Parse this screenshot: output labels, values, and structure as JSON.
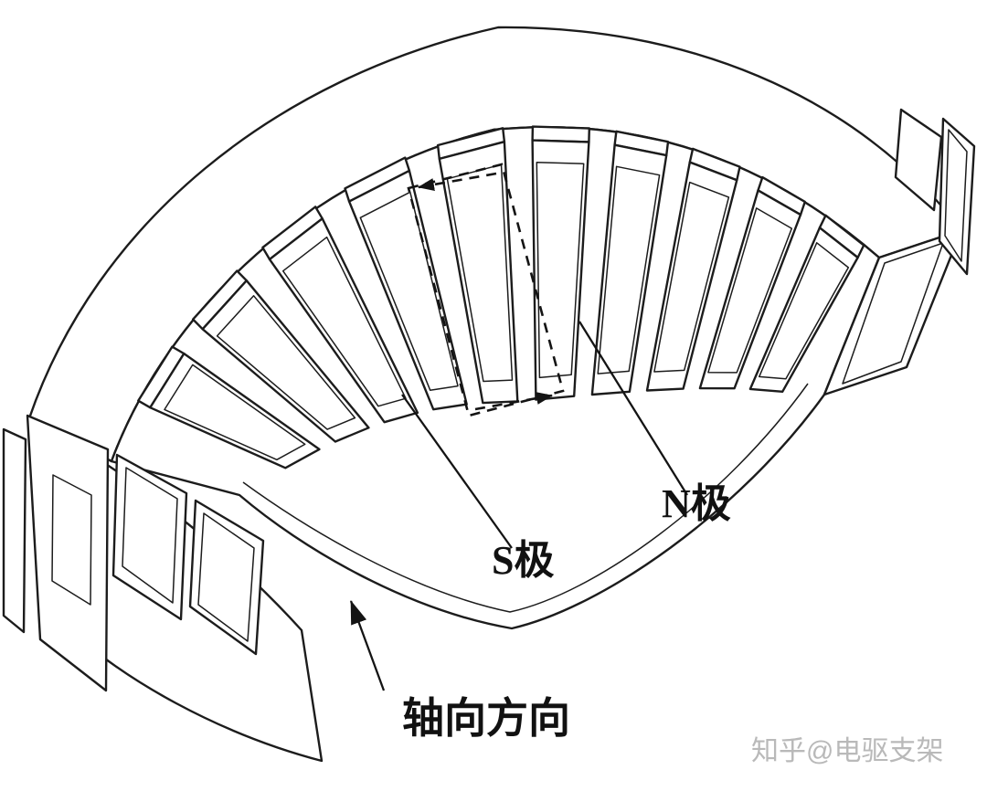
{
  "diagram": {
    "pole_label_s": "S极",
    "pole_label_n": "N极",
    "axial_label": "轴向方向",
    "watermark": "知乎@电驱支架"
  }
}
